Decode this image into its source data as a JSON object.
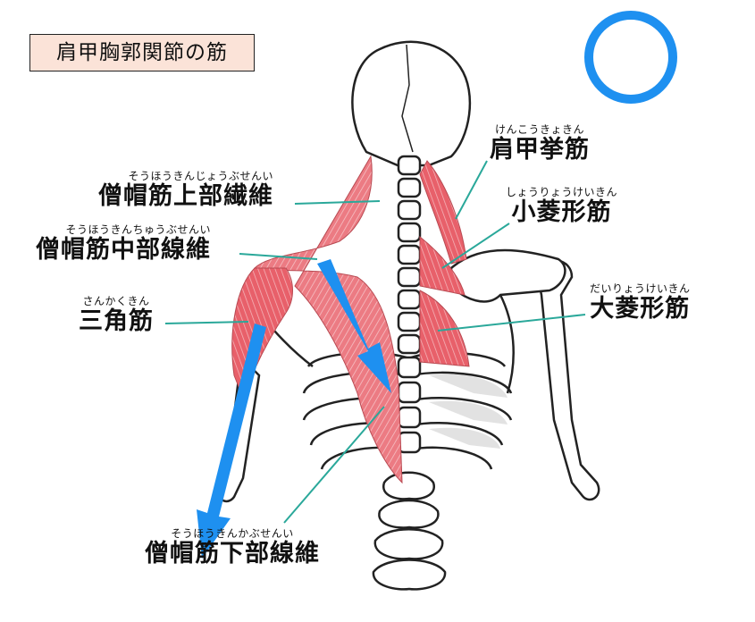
{
  "title": "肩甲胸郭関節の筋",
  "labels": {
    "levator_scapulae": {
      "ruby": "けんこうきょきん",
      "name": "肩甲挙筋"
    },
    "trapezius_upper": {
      "ruby": "そうほうきんじょうぶせんい",
      "name": "僧帽筋上部繊維"
    },
    "rhomboid_minor": {
      "ruby": "しょうりょうけいきん",
      "name": "小菱形筋"
    },
    "trapezius_middle": {
      "ruby": "そうほうきんちゅうぶせんい",
      "name": "僧帽筋中部線維"
    },
    "rhomboid_major": {
      "ruby": "だいりょうけいきん",
      "name": "大菱形筋"
    },
    "deltoid": {
      "ruby": "さんかくきん",
      "name": "三角筋"
    },
    "trapezius_lower": {
      "ruby": "そうほうきんかぶせんい",
      "name": "僧帽筋下部線維"
    }
  },
  "colors": {
    "arrow": "#1e90f0",
    "muscle": "#e8606a",
    "leader_line": "#2aa89a",
    "title_bg": "#fbe3d8",
    "circle_mark": "#1e90f0"
  },
  "icons": [
    "circle-mark-icon",
    "arrow-down-icon"
  ]
}
